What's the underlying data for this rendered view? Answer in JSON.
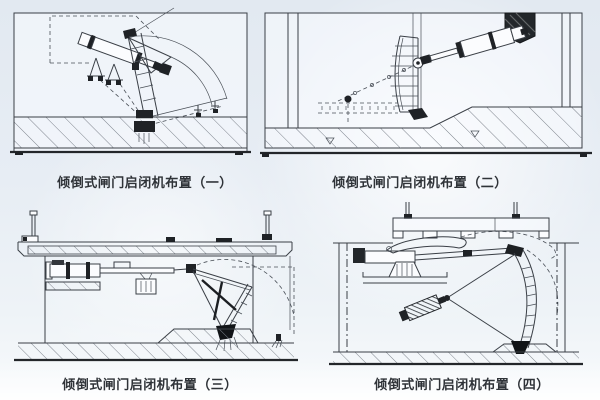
{
  "figures": [
    {
      "caption": "倾倒式闸门启闭机布置（一）"
    },
    {
      "caption": "倾倒式闸门启闭机布置（二）"
    },
    {
      "caption": "倾倒式闸门启闭机布置（三）"
    },
    {
      "caption": "倾倒式闸门启闭机布置（四）"
    }
  ],
  "colors": {
    "background": "#e7edf4",
    "line": "#3a3f46",
    "dark_fill": "#1f2226"
  }
}
